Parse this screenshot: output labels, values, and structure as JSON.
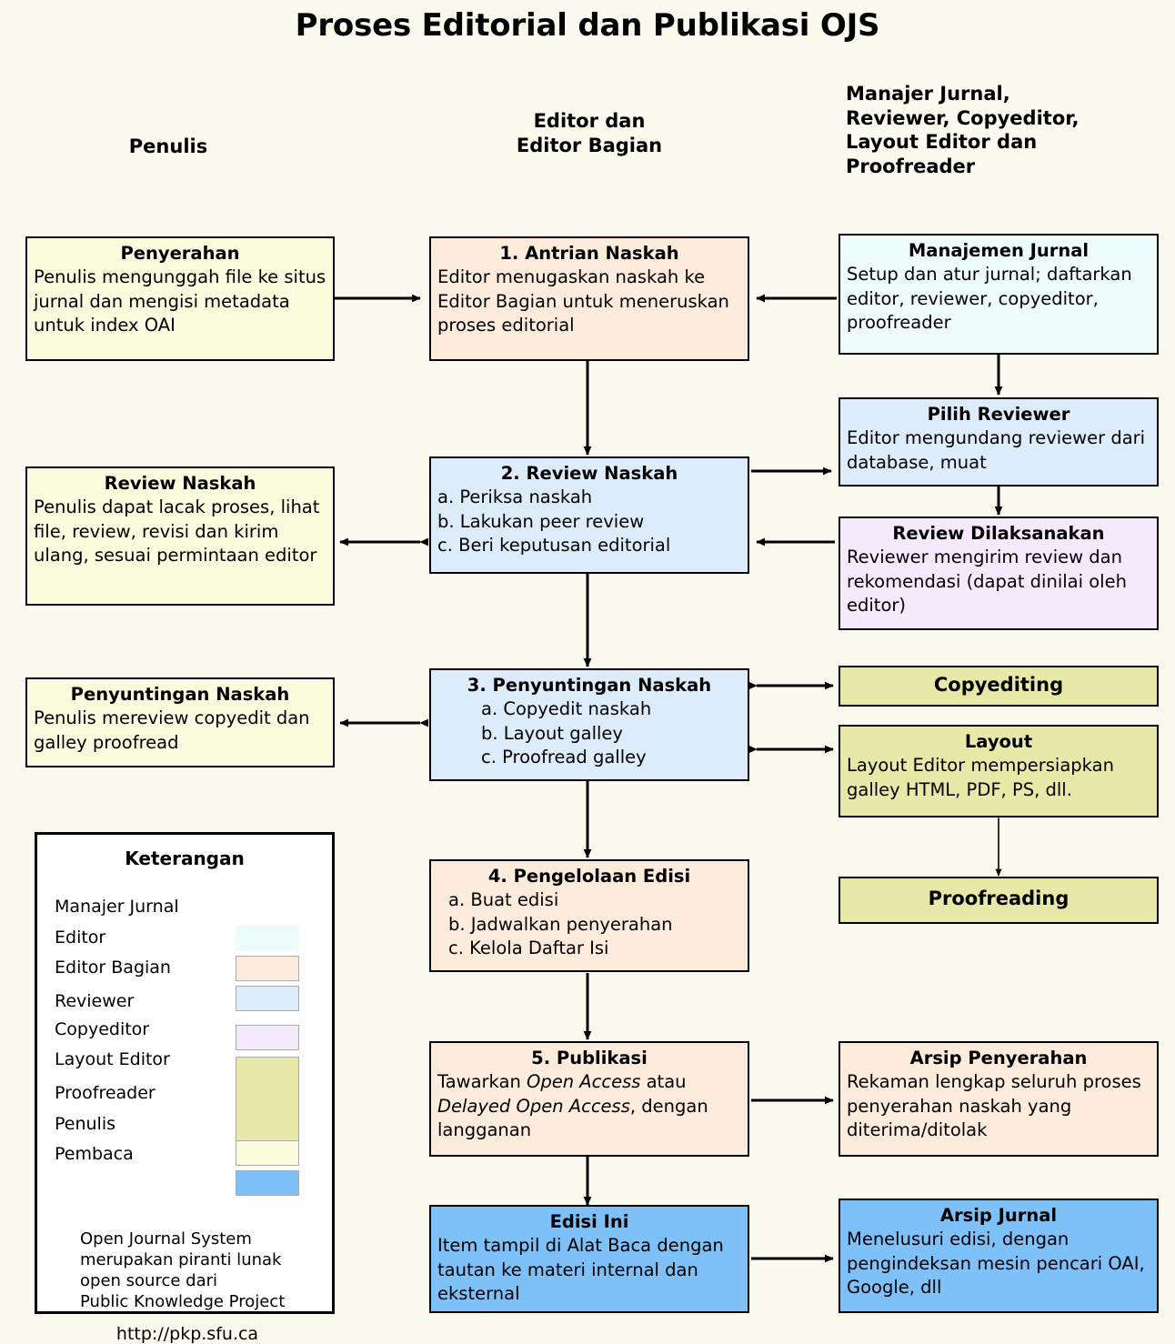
{
  "title": "Proses Editorial dan Publikasi OJS",
  "columns": {
    "left": "Penulis",
    "center_line1": "Editor dan",
    "center_line2": "Editor Bagian",
    "right_line1": "Manajer Jurnal,",
    "right_line2": "Reviewer, Copyeditor,",
    "right_line3": "Layout Editor dan",
    "right_line4": "Proofreader"
  },
  "boxes": {
    "penyerahan": {
      "title": "Penyerahan",
      "body": "Penulis mengunggah file ke situs jurnal dan mengisi metadata untuk index OAI",
      "fill": "#fbfbdd",
      "role": "Penulis"
    },
    "antrian_naskah": {
      "title": "1. Antrian Naskah",
      "body": "Editor menugaskan naskah ke Editor Bagian untuk meneruskan proses editorial",
      "fill": "#fdebdc",
      "role": "Editor"
    },
    "manajemen_jurnal": {
      "title": "Manajemen Jurnal",
      "body": "Setup dan atur jurnal; daftarkan editor, reviewer, copyeditor, proofreader",
      "fill": "#eefcfc",
      "role": "Manajer Jurnal"
    },
    "review_naskah_penulis": {
      "title": "Review Naskah",
      "body": "Penulis dapat lacak proses, lihat file, review, revisi dan kirim ulang, sesuai permintaan editor",
      "fill": "#fbfbdd",
      "role": "Penulis"
    },
    "review_naskah": {
      "title": "2. Review Naskah",
      "items": [
        "a. Periksa naskah",
        "b. Lakukan peer review",
        "c. Beri keputusan editorial"
      ],
      "fill": "#dcecfb",
      "role": "Editor Bagian"
    },
    "pilih_reviewer": {
      "title": "Pilih Reviewer",
      "body": "Editor mengundang reviewer dari database, muat",
      "fill": "#dcecfb",
      "role": "Editor Bagian"
    },
    "review_dilaksanakan": {
      "title": "Review Dilaksanakan",
      "body": "Reviewer mengirim review dan rekomendasi (dapat dinilai oleh editor)",
      "fill": "#f4eafb",
      "role": "Reviewer"
    },
    "penyuntingan_naskah_penulis": {
      "title": "Penyuntingan Naskah",
      "body": "Penulis mereview copyedit dan galley proofread",
      "fill": "#fbfbdd",
      "role": "Penulis"
    },
    "penyuntingan_naskah": {
      "title": "3. Penyuntingan Naskah",
      "items": [
        "a. Copyedit naskah",
        "b. Layout galley",
        "c. Proofread galley"
      ],
      "fill": "#dcecfb",
      "role": "Editor Bagian"
    },
    "copyediting": {
      "title": "Copyediting",
      "fill": "#e8e8a8",
      "role": "Copyeditor"
    },
    "layout": {
      "title": "Layout",
      "body": "Layout Editor mempersiapkan galley HTML, PDF, PS, dll.",
      "fill": "#e8e8a8",
      "role": "Layout Editor"
    },
    "proofreading": {
      "title": "Proofreading",
      "fill": "#e8e8a8",
      "role": "Proofreader"
    },
    "pengelolaan_edisi": {
      "title": "4. Pengelolaan Edisi",
      "items": [
        "a. Buat edisi",
        "b. Jadwalkan penyerahan",
        "c. Kelola Daftar Isi"
      ],
      "fill": "#fdebdc",
      "role": "Editor"
    },
    "publikasi": {
      "title": "5. Publikasi",
      "body_line1_pre": "Tawarkan ",
      "body_line1_em": "Open Access",
      "body_line1_post": " atau",
      "body_line2_em": "Delayed Open Access",
      "body_line2_post": ",",
      "body_line3": "dengan langganan",
      "fill": "#fdebdc",
      "role": "Editor"
    },
    "arsip_penyerahan": {
      "title": "Arsip Penyerahan",
      "body": "Rekaman lengkap seluruh proses penyerahan naskah yang diterima/ditolak",
      "fill": "#fdebdc",
      "role": "Editor"
    },
    "edisi_ini": {
      "title": "Edisi Ini",
      "body": "Item tampil di Alat Baca dengan tautan ke materi internal dan eksternal",
      "fill": "#7ec0f8",
      "role": "Pembaca"
    },
    "arsip_jurnal": {
      "title": "Arsip Jurnal",
      "body": "Menelusuri edisi, dengan pengindeksan mesin pencari OAI, Google, dll",
      "fill": "#7ec0f8",
      "role": "Pembaca"
    }
  },
  "legend": {
    "title": "Keterangan",
    "entries": [
      {
        "label": "Manajer Jurnal",
        "color": "#eefcfc"
      },
      {
        "label": "Editor",
        "color": "#fdebdc"
      },
      {
        "label": "Editor Bagian",
        "color": "#dcecfb"
      },
      {
        "label": "Reviewer",
        "color": "#f4eafb"
      },
      {
        "label": "Copyeditor",
        "color": "#e8e8a8"
      },
      {
        "label": "Layout Editor",
        "color": "#e8e8a8"
      },
      {
        "label": "Proofreader",
        "color": "#e8e8a8"
      },
      {
        "label": "Penulis",
        "color": "#fbfbdd"
      },
      {
        "label": "Pembaca",
        "color": "#7ec0f8"
      }
    ],
    "note_line1": "Open Journal System",
    "note_line2": "merupakan piranti lunak",
    "note_line3": "open source dari",
    "note_line4": "Public Knowledge Project",
    "url": "http://pkp.sfu.ca"
  },
  "colors": {
    "background": "#fbfaef",
    "stroke": "#000000",
    "author": "#fbfbdd",
    "editor": "#fdebdc",
    "section_editor": "#dcecfb",
    "reviewer": "#f4eafb",
    "production": "#e8e8a8",
    "manager": "#eefcfc",
    "reader": "#7ec0f8"
  }
}
